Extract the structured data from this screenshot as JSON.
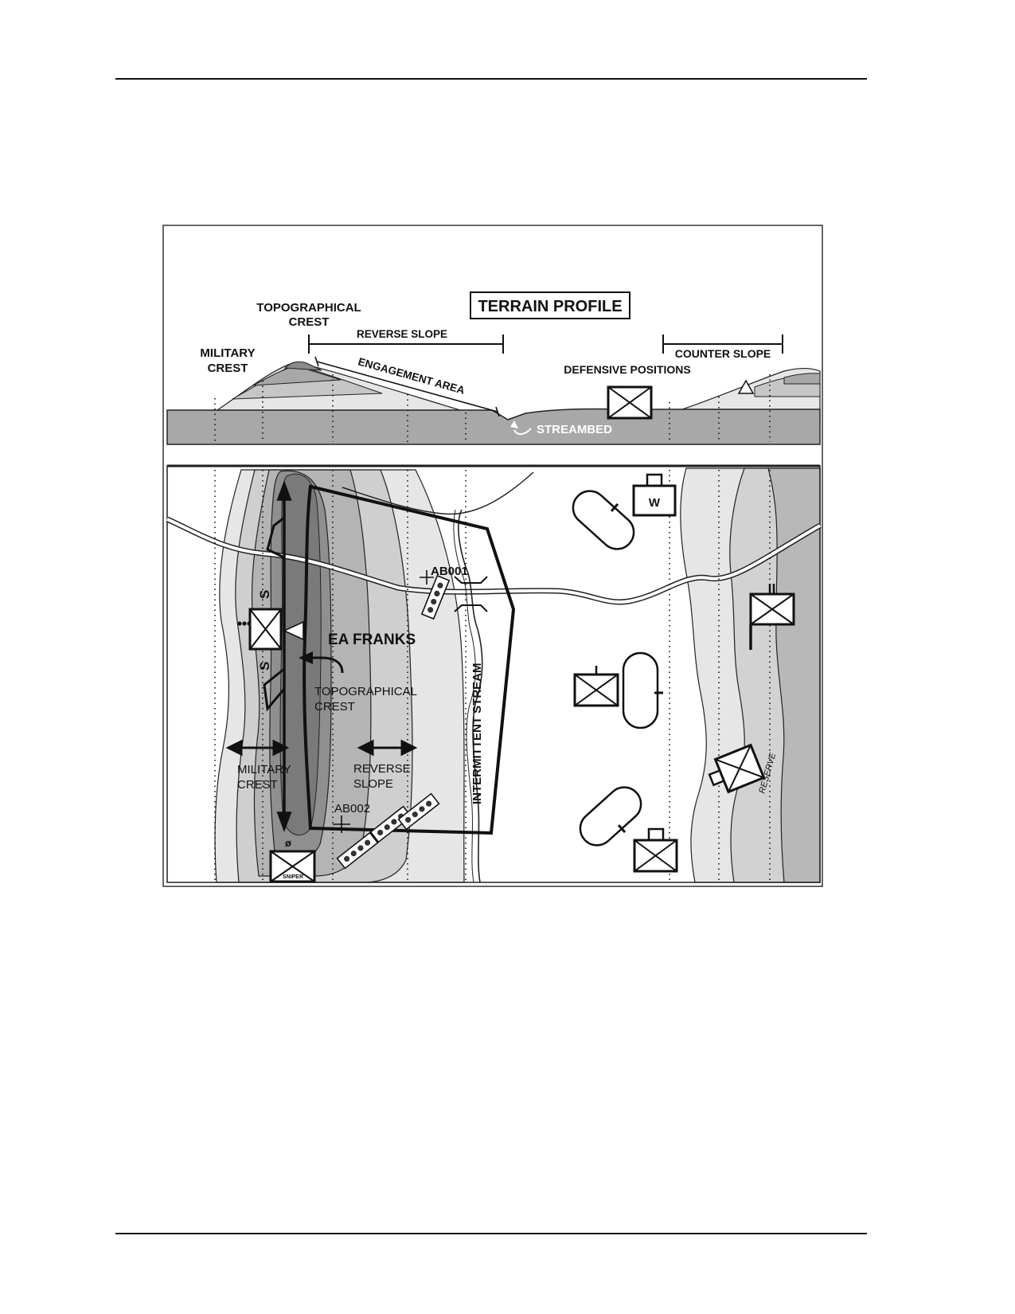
{
  "colors": {
    "ground": "#a8a8a8",
    "contour_dark": "#8a8a8a",
    "contour_mid": "#b4b4b4",
    "contour_light": "#d2d2d2",
    "contour_pale": "#e6e6e6",
    "line": "#111111"
  },
  "profile": {
    "title": "TERRAIN PROFILE",
    "topo_crest_line1": "TOPOGRAPHICAL",
    "topo_crest_line2": "CREST",
    "military_crest_line1": "MILITARY",
    "military_crest_line2": "CREST",
    "reverse_slope": "REVERSE SLOPE",
    "engagement_area": "ENGAGEMENT AREA",
    "defensive_positions": "DEFENSIVE POSITIONS",
    "counter_slope": "COUNTER SLOPE",
    "streambed": "STREAMBED"
  },
  "map": {
    "ea_name": "EA FRANKS",
    "ab001": "AB001",
    "ab002": "AB002",
    "topo_crest_line1": "TOPOGRAPHICAL",
    "topo_crest_line2": "CREST",
    "military_crest_line1": "MILITARY",
    "military_crest_line2": "CREST",
    "reverse_slope_line1": "REVERSE",
    "reverse_slope_line2": "SLOPE",
    "intermittent_stream": "INTERMITTENT STREAM",
    "screen_s1": "S",
    "screen_s2": "S",
    "weapons_w": "W",
    "sniper": "SNIPER",
    "reserve": "RESERVE",
    "null_symbol": "ø"
  }
}
